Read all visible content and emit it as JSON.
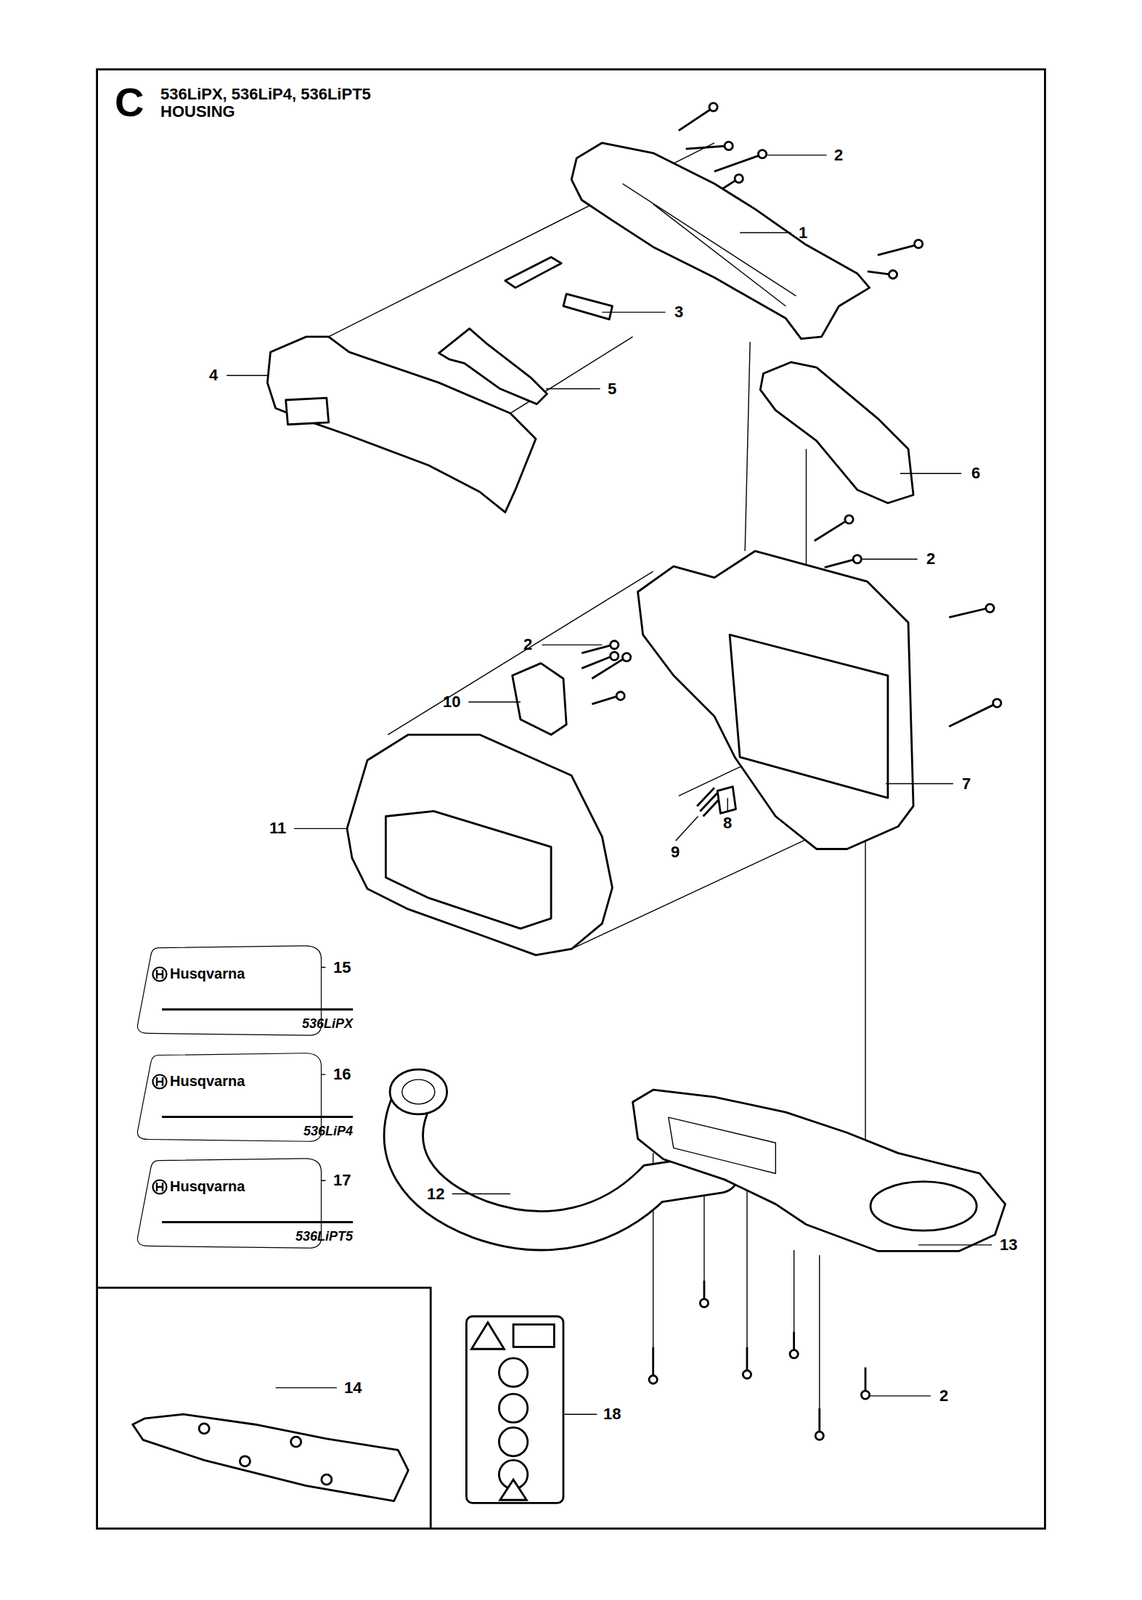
{
  "diagram": {
    "title": "536LiPX, 536LiP4, 536LiPT5 HOUSING",
    "nodes": [
      {
        "text": [
          "Husqvarna",
          "536LiPX"
        ]
      },
      {
        "text": [
          "Husqvarna",
          "536LiP4"
        ]
      },
      {
        "text": [
          "Husqvarna",
          "536LiPT5"
        ]
      }
    ],
    "labels": [
      "C",
      "2",
      "1",
      "3",
      "4",
      "5",
      "6",
      "2",
      "2",
      "10",
      "7",
      "8",
      "9",
      "11",
      "15",
      "16",
      "17",
      "12",
      "13",
      "2",
      "14",
      "18"
    ]
  }
}
